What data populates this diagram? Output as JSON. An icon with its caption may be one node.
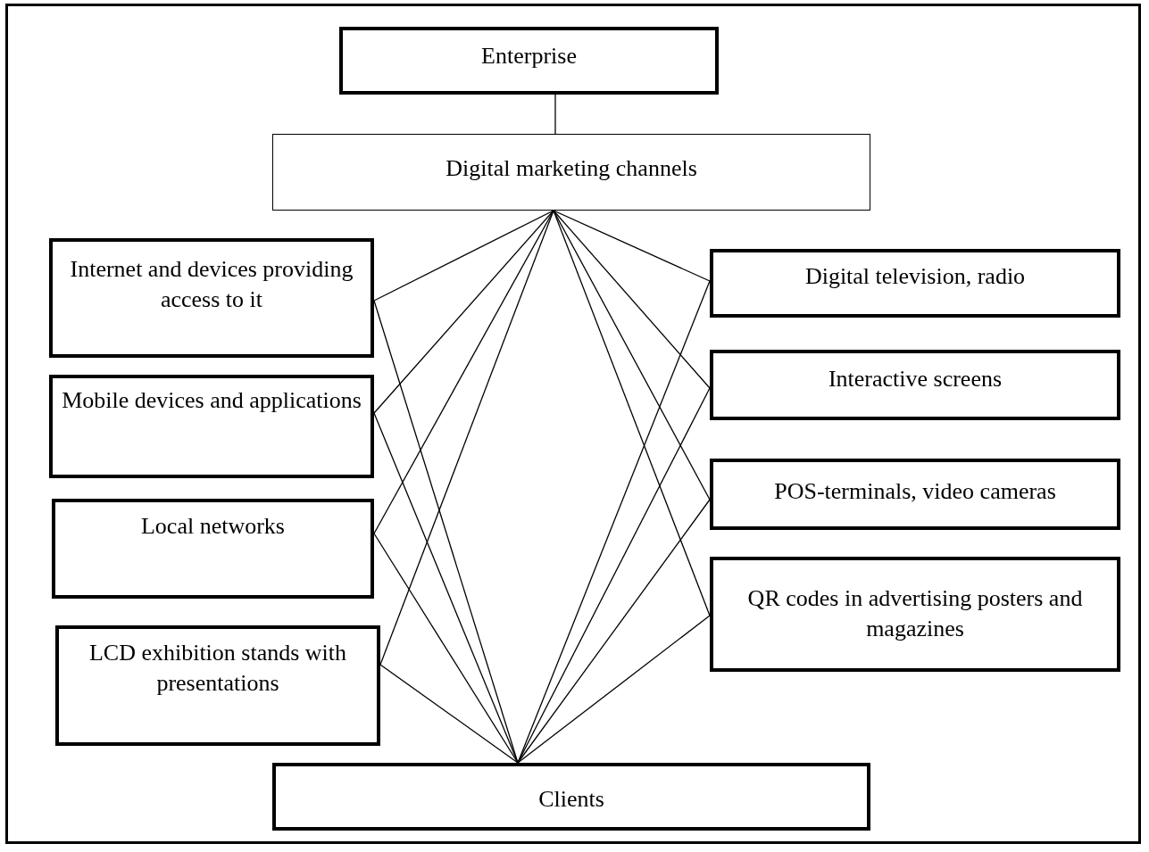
{
  "diagram": {
    "nodes": [
      {
        "text": [
          "Enterprise"
        ]
      },
      {
        "text": [
          "Digital marketing channels"
        ]
      },
      {
        "text": [
          "Internet and devices providing access to it"
        ]
      },
      {
        "text": [
          "Mobile devices and applications"
        ]
      },
      {
        "text": [
          "Local networks"
        ]
      },
      {
        "text": [
          "LCD exhibition stands with presentations"
        ]
      },
      {
        "text": [
          "Digital television, radio"
        ]
      },
      {
        "text": [
          "Interactive screens"
        ]
      },
      {
        "text": [
          "POS-terminals, video cameras"
        ]
      },
      {
        "text": [
          "QR codes in advertising posters and magazines"
        ]
      },
      {
        "text": [
          "Clients"
        ]
      }
    ],
    "edges": [
      {
        "from": 0,
        "to": 1,
        "arrow": "none"
      },
      {
        "from": 1,
        "to": 2,
        "arrow": "none"
      },
      {
        "from": 1,
        "to": 3,
        "arrow": "none"
      },
      {
        "from": 1,
        "to": 4,
        "arrow": "none"
      },
      {
        "from": 1,
        "to": 5,
        "arrow": "none"
      },
      {
        "from": 1,
        "to": 6,
        "arrow": "none"
      },
      {
        "from": 1,
        "to": 7,
        "arrow": "none"
      },
      {
        "from": 1,
        "to": 8,
        "arrow": "none"
      },
      {
        "from": 1,
        "to": 9,
        "arrow": "none"
      },
      {
        "from": 2,
        "to": 10,
        "arrow": "none"
      },
      {
        "from": 3,
        "to": 10,
        "arrow": "none"
      },
      {
        "from": 4,
        "to": 10,
        "arrow": "none"
      },
      {
        "from": 5,
        "to": 10,
        "arrow": "none"
      },
      {
        "from": 6,
        "to": 10,
        "arrow": "none"
      },
      {
        "from": 7,
        "to": 10,
        "arrow": "none"
      },
      {
        "from": 8,
        "to": 10,
        "arrow": "none"
      },
      {
        "from": 9,
        "to": 10,
        "arrow": "none"
      }
    ]
  }
}
